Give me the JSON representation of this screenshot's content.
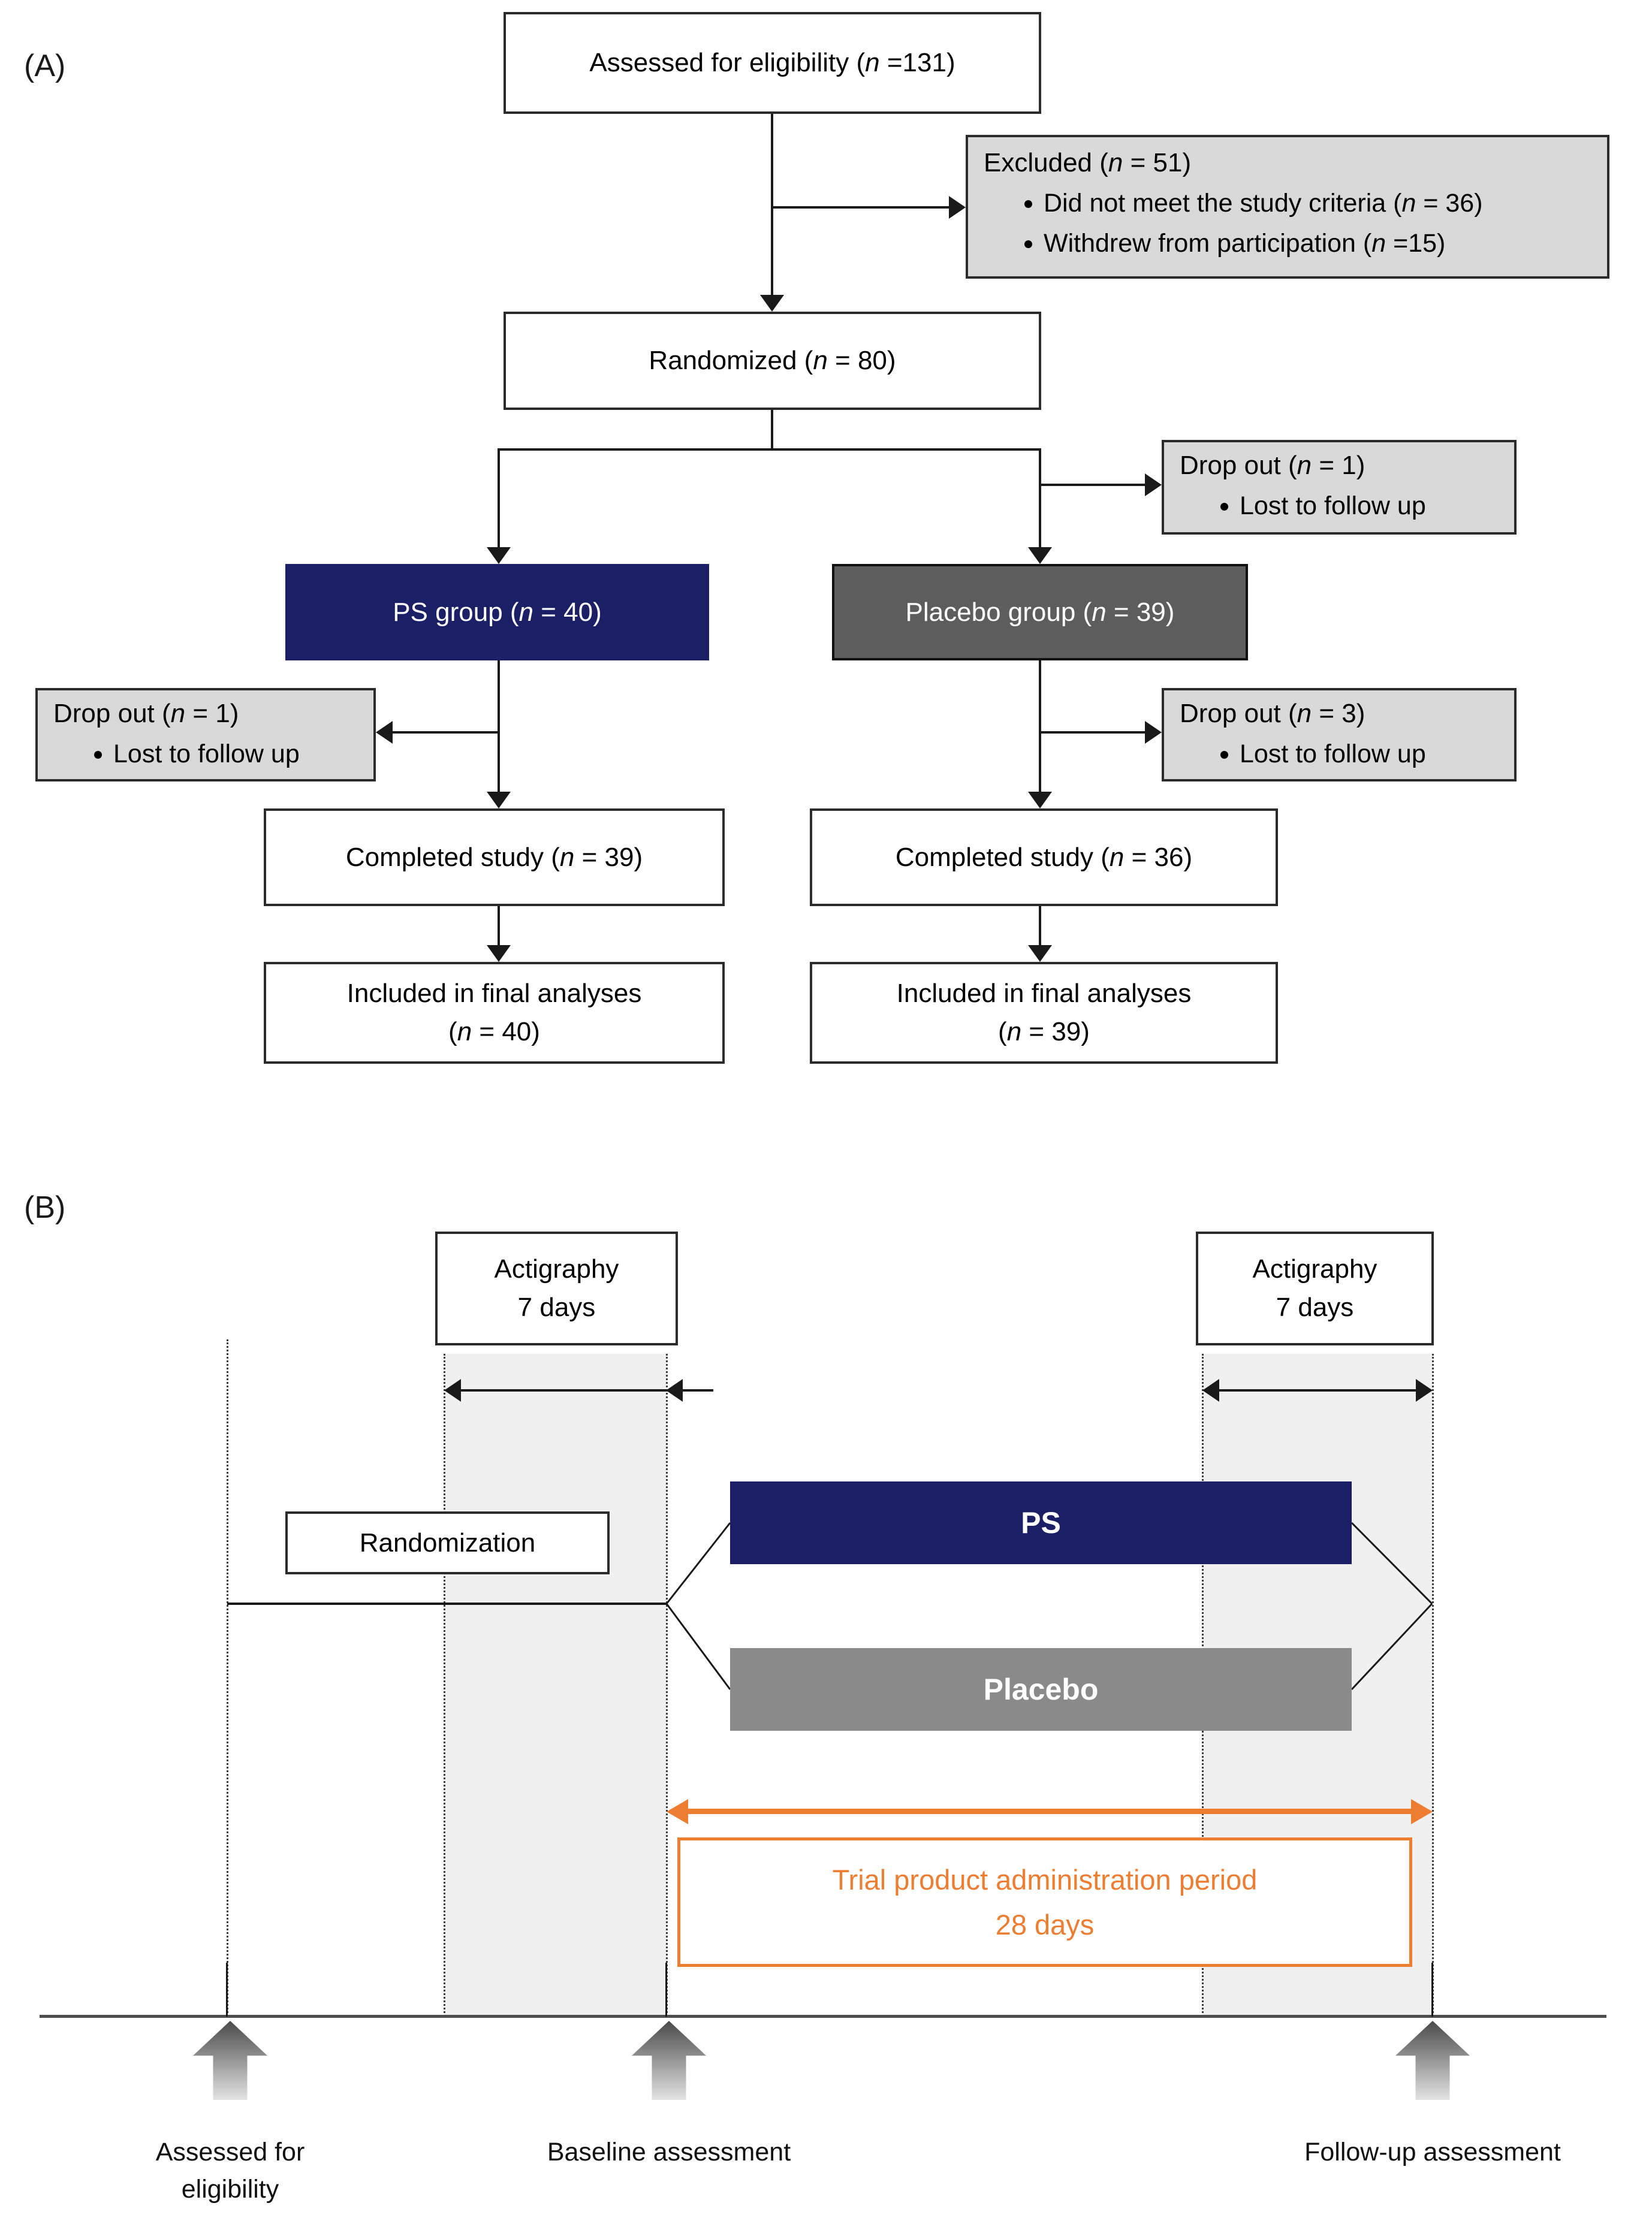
{
  "figure": {
    "panel_a_label": "(A)",
    "panel_b_label": "(B)"
  },
  "panel_a": {
    "assessed": "Assessed for eligibility (n =131)",
    "excluded": {
      "title": "Excluded (n = 51)",
      "items": [
        "Did not meet the study criteria (n = 36)",
        "Withdrew from participation (n =15)"
      ]
    },
    "randomized": "Randomized (n = 80)",
    "dropout_randomization": {
      "title": "Drop out (n = 1)",
      "items": [
        "Lost to follow up"
      ]
    },
    "ps_group": "PS group (n = 40)",
    "placebo_group": "Placebo group (n = 39)",
    "dropout_ps": {
      "title": "Drop out (n = 1)",
      "items": [
        "Lost to follow up"
      ]
    },
    "dropout_placebo": {
      "title": "Drop out (n = 3)",
      "items": [
        "Lost to follow up"
      ]
    },
    "completed_ps": "Completed study (n = 39)",
    "completed_placebo": "Completed study (n = 36)",
    "included_ps": {
      "line1": "Included in final analyses",
      "line2": "(n = 40)"
    },
    "included_placebo": {
      "line1": "Included in final analyses",
      "line2": "(n = 39)"
    }
  },
  "panel_b": {
    "actigraphy_left": {
      "line1": "Actigraphy",
      "line2": "7 days"
    },
    "actigraphy_right": {
      "line1": "Actigraphy",
      "line2": "7 days"
    },
    "randomization": "Randomization",
    "ps_bar": "PS",
    "placebo_bar": "Placebo",
    "admin_period": {
      "line1": "Trial product administration period",
      "line2": "28 days"
    },
    "milestones": {
      "assessed_line1": "Assessed for",
      "assessed_line2": "eligibility",
      "baseline": "Baseline assessment",
      "followup": "Follow-up assessment"
    }
  },
  "colors": {
    "navy": "#1b2066",
    "placebo_group_gray": "#5d5d5d",
    "placebo_bar_gray": "#8a8a8a",
    "light_gray_fill": "#d9d9d9",
    "band_gray": "#f0f0f0",
    "orange": "#ED7D31",
    "axis_gray": "#4d4d4d"
  }
}
